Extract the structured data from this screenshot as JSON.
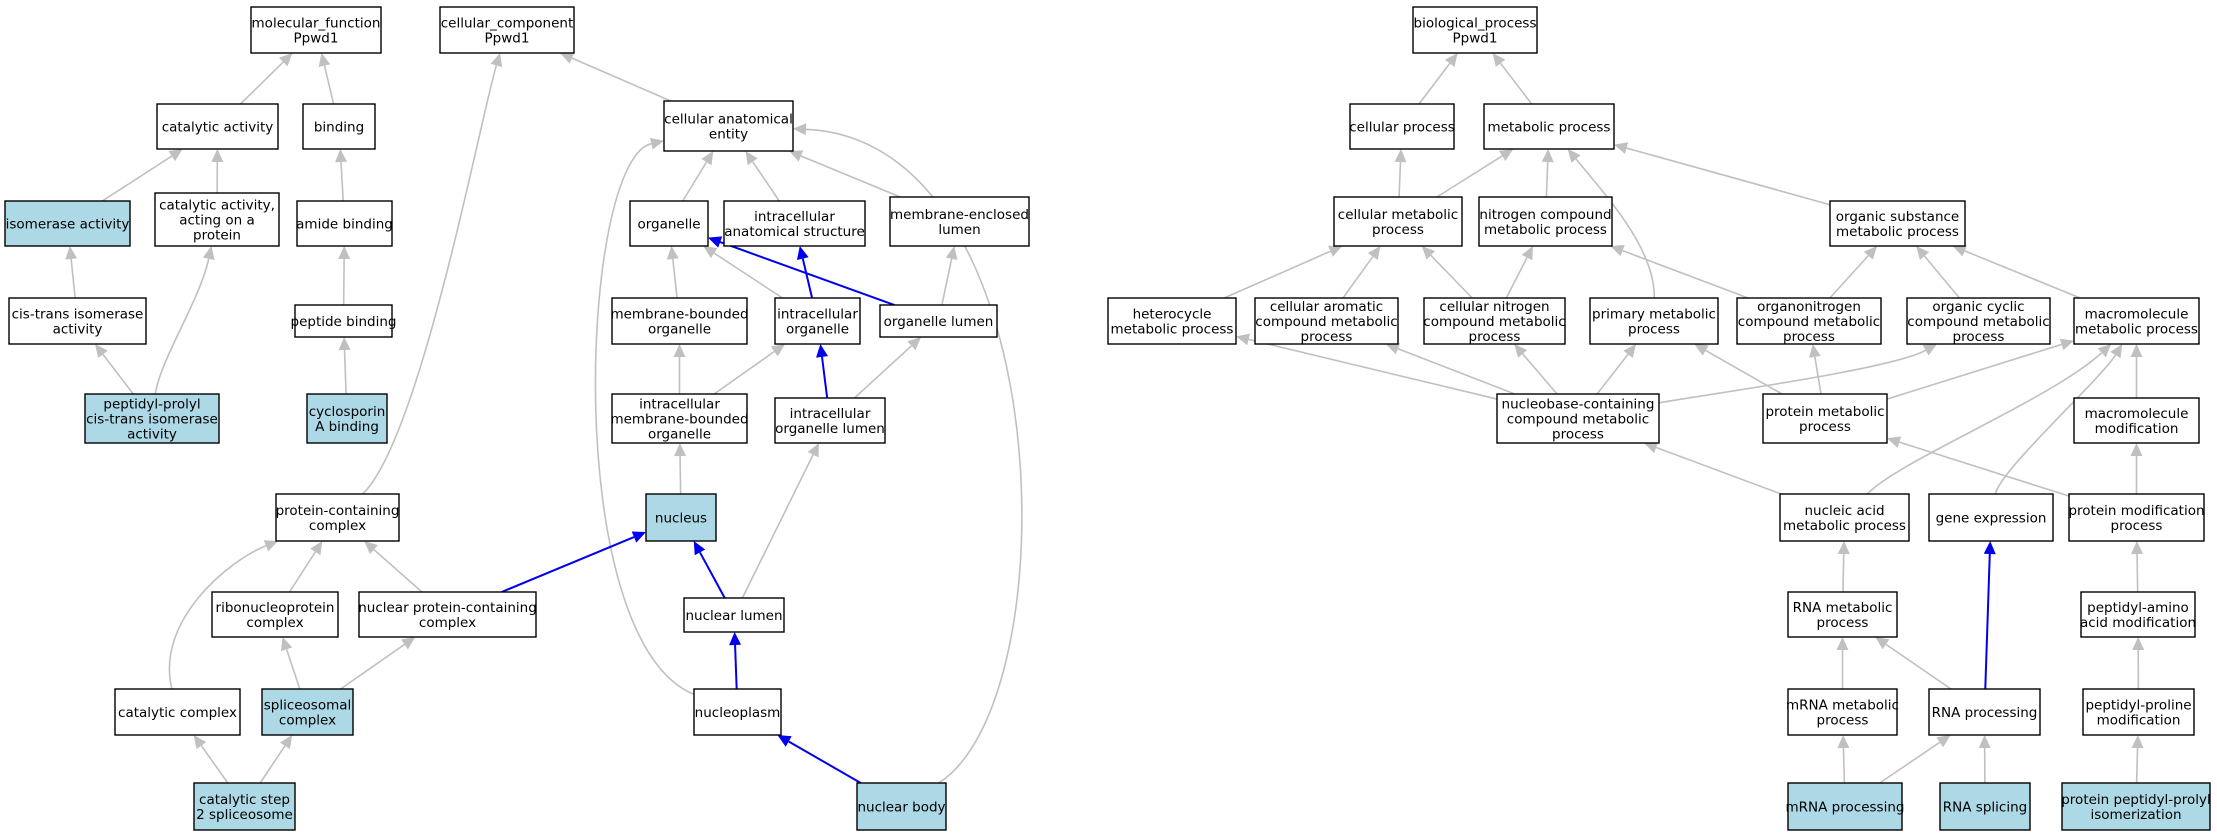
{
  "colors": {
    "highlight": "#add8e6",
    "gray_edge": "#c0c0c0",
    "blue_edge": "#0000ee"
  },
  "nodes": {
    "mf": {
      "lines": [
        "molecular_function",
        "Ppwd1"
      ],
      "hl": false
    },
    "cat": {
      "lines": [
        "catalytic activity"
      ],
      "hl": false
    },
    "bind": {
      "lines": [
        "binding"
      ],
      "hl": false
    },
    "iso": {
      "lines": [
        "isomerase activity"
      ],
      "hl": true
    },
    "catprot": {
      "lines": [
        "catalytic activity,",
        "acting on a",
        "protein"
      ],
      "hl": false
    },
    "amide": {
      "lines": [
        "amide binding"
      ],
      "hl": false
    },
    "cistrans": {
      "lines": [
        "cis-trans isomerase",
        "activity"
      ],
      "hl": false
    },
    "peptide": {
      "lines": [
        "peptide binding"
      ],
      "hl": false
    },
    "ppiase": {
      "lines": [
        "peptidyl-prolyl",
        "cis-trans isomerase",
        "activity"
      ],
      "hl": true
    },
    "cyclo": {
      "lines": [
        "cyclosporin",
        "A binding"
      ],
      "hl": true
    },
    "cc": {
      "lines": [
        "cellular_component",
        "Ppwd1"
      ],
      "hl": false
    },
    "cae": {
      "lines": [
        "cellular anatomical",
        "entity"
      ],
      "hl": false
    },
    "organelle": {
      "lines": [
        "organelle"
      ],
      "hl": false
    },
    "ias": {
      "lines": [
        "intracellular",
        "anatomical structure"
      ],
      "hl": false
    },
    "mel": {
      "lines": [
        "membrane-enclosed",
        "lumen"
      ],
      "hl": false
    },
    "mbo": {
      "lines": [
        "membrane-bounded",
        "organelle"
      ],
      "hl": false
    },
    "io": {
      "lines": [
        "intracellular",
        "organelle"
      ],
      "hl": false
    },
    "ol": {
      "lines": [
        "organelle lumen"
      ],
      "hl": false
    },
    "imbo": {
      "lines": [
        "intracellular",
        "membrane-bounded",
        "organelle"
      ],
      "hl": false
    },
    "iol": {
      "lines": [
        "intracellular",
        "organelle lumen"
      ],
      "hl": false
    },
    "pcc": {
      "lines": [
        "protein-containing",
        "complex"
      ],
      "hl": false
    },
    "nucleus": {
      "lines": [
        "nucleus"
      ],
      "hl": true
    },
    "rnp": {
      "lines": [
        "ribonucleoprotein",
        "complex"
      ],
      "hl": false
    },
    "npcc": {
      "lines": [
        "nuclear protein-containing",
        "complex"
      ],
      "hl": false
    },
    "nlumen": {
      "lines": [
        "nuclear lumen"
      ],
      "hl": false
    },
    "catcx": {
      "lines": [
        "catalytic complex"
      ],
      "hl": false
    },
    "splice": {
      "lines": [
        "spliceosomal",
        "complex"
      ],
      "hl": true
    },
    "nucleoplasm": {
      "lines": [
        "nucleoplasm"
      ],
      "hl": false
    },
    "cs2": {
      "lines": [
        "catalytic step",
        "2 spliceosome"
      ],
      "hl": true
    },
    "nbody": {
      "lines": [
        "nuclear body"
      ],
      "hl": true
    },
    "bp": {
      "lines": [
        "biological_process",
        "Ppwd1"
      ],
      "hl": false
    },
    "cp": {
      "lines": [
        "cellular process"
      ],
      "hl": false
    },
    "mp": {
      "lines": [
        "metabolic process"
      ],
      "hl": false
    },
    "cmp": {
      "lines": [
        "cellular metabolic",
        "process"
      ],
      "hl": false
    },
    "ncmp": {
      "lines": [
        "nitrogen compound",
        "metabolic process"
      ],
      "hl": false
    },
    "osmp": {
      "lines": [
        "organic substance",
        "metabolic process"
      ],
      "hl": false
    },
    "hmp": {
      "lines": [
        "heterocycle",
        "metabolic process"
      ],
      "hl": false
    },
    "cacmp": {
      "lines": [
        "cellular aromatic",
        "compound metabolic",
        "process"
      ],
      "hl": false
    },
    "cncmp": {
      "lines": [
        "cellular nitrogen",
        "compound metabolic",
        "process"
      ],
      "hl": false
    },
    "pmp": {
      "lines": [
        "primary metabolic",
        "process"
      ],
      "hl": false
    },
    "oncmp": {
      "lines": [
        "organonitrogen",
        "compound metabolic",
        "process"
      ],
      "hl": false
    },
    "occmp": {
      "lines": [
        "organic cyclic",
        "compound metabolic",
        "process"
      ],
      "hl": false
    },
    "mmp": {
      "lines": [
        "macromolecule",
        "metabolic process"
      ],
      "hl": false
    },
    "nbcmp": {
      "lines": [
        "nucleobase-containing",
        "compound metabolic",
        "process"
      ],
      "hl": false
    },
    "protmp": {
      "lines": [
        "protein metabolic",
        "process"
      ],
      "hl": false
    },
    "mmod": {
      "lines": [
        "macromolecule",
        "modification"
      ],
      "hl": false
    },
    "namp": {
      "lines": [
        "nucleic acid",
        "metabolic process"
      ],
      "hl": false
    },
    "gexp": {
      "lines": [
        "gene expression"
      ],
      "hl": false
    },
    "pmod": {
      "lines": [
        "protein modification",
        "process"
      ],
      "hl": false
    },
    "rnamp": {
      "lines": [
        "RNA metabolic",
        "process"
      ],
      "hl": false
    },
    "paam": {
      "lines": [
        "peptidyl-amino",
        "acid modification"
      ],
      "hl": false
    },
    "mrnamp": {
      "lines": [
        "mRNA metabolic",
        "process"
      ],
      "hl": false
    },
    "rnaproc": {
      "lines": [
        "RNA processing"
      ],
      "hl": false
    },
    "ppmod": {
      "lines": [
        "peptidyl-proline",
        "modification"
      ],
      "hl": false
    },
    "mrnaproc": {
      "lines": [
        "mRNA processing"
      ],
      "hl": true
    },
    "rnasplice": {
      "lines": [
        "RNA splicing"
      ],
      "hl": true
    },
    "ppiso": {
      "lines": [
        "protein peptidyl-prolyl",
        "isomerization"
      ],
      "hl": true
    }
  },
  "edges": [
    {
      "from": "cat",
      "to": "mf",
      "color": "gray"
    },
    {
      "from": "bind",
      "to": "mf",
      "color": "gray"
    },
    {
      "from": "iso",
      "to": "cat",
      "color": "gray"
    },
    {
      "from": "catprot",
      "to": "cat",
      "color": "gray"
    },
    {
      "from": "amide",
      "to": "bind",
      "color": "gray"
    },
    {
      "from": "cistrans",
      "to": "iso",
      "color": "gray"
    },
    {
      "from": "peptide",
      "to": "amide",
      "color": "gray"
    },
    {
      "from": "ppiase",
      "to": "cistrans",
      "color": "gray"
    },
    {
      "from": "ppiase",
      "to": "catprot",
      "color": "gray"
    },
    {
      "from": "cyclo",
      "to": "peptide",
      "color": "gray"
    },
    {
      "from": "cae",
      "to": "cc",
      "color": "gray"
    },
    {
      "from": "pcc",
      "to": "cc",
      "color": "gray"
    },
    {
      "from": "organelle",
      "to": "cae",
      "color": "gray"
    },
    {
      "from": "ias",
      "to": "cae",
      "color": "gray"
    },
    {
      "from": "mel",
      "to": "cae",
      "color": "gray"
    },
    {
      "from": "nbody",
      "to": "cae",
      "color": "gray"
    },
    {
      "from": "nucleoplasm",
      "to": "cae",
      "color": "gray"
    },
    {
      "from": "mbo",
      "to": "organelle",
      "color": "gray"
    },
    {
      "from": "io",
      "to": "organelle",
      "color": "gray"
    },
    {
      "from": "ol",
      "to": "organelle",
      "color": "blue"
    },
    {
      "from": "io",
      "to": "ias",
      "color": "blue"
    },
    {
      "from": "ol",
      "to": "mel",
      "color": "gray"
    },
    {
      "from": "imbo",
      "to": "mbo",
      "color": "gray"
    },
    {
      "from": "imbo",
      "to": "io",
      "color": "gray"
    },
    {
      "from": "iol",
      "to": "io",
      "color": "blue"
    },
    {
      "from": "iol",
      "to": "ol",
      "color": "gray"
    },
    {
      "from": "nucleus",
      "to": "imbo",
      "color": "gray"
    },
    {
      "from": "nlumen",
      "to": "nucleus",
      "color": "blue"
    },
    {
      "from": "nlumen",
      "to": "iol",
      "color": "gray"
    },
    {
      "from": "npcc",
      "to": "nucleus",
      "color": "blue"
    },
    {
      "from": "rnp",
      "to": "pcc",
      "color": "gray"
    },
    {
      "from": "npcc",
      "to": "pcc",
      "color": "gray"
    },
    {
      "from": "catcx",
      "to": "pcc",
      "color": "gray"
    },
    {
      "from": "splice",
      "to": "rnp",
      "color": "gray"
    },
    {
      "from": "splice",
      "to": "npcc",
      "color": "gray"
    },
    {
      "from": "nucleoplasm",
      "to": "nlumen",
      "color": "blue"
    },
    {
      "from": "nbody",
      "to": "nucleoplasm",
      "color": "blue"
    },
    {
      "from": "cs2",
      "to": "catcx",
      "color": "gray"
    },
    {
      "from": "cs2",
      "to": "splice",
      "color": "gray"
    },
    {
      "from": "cp",
      "to": "bp",
      "color": "gray"
    },
    {
      "from": "mp",
      "to": "bp",
      "color": "gray"
    },
    {
      "from": "cmp",
      "to": "cp",
      "color": "gray"
    },
    {
      "from": "cmp",
      "to": "mp",
      "color": "gray"
    },
    {
      "from": "ncmp",
      "to": "mp",
      "color": "gray"
    },
    {
      "from": "osmp",
      "to": "mp",
      "color": "gray"
    },
    {
      "from": "pmp",
      "to": "mp",
      "color": "gray"
    },
    {
      "from": "hmp",
      "to": "cmp",
      "color": "gray"
    },
    {
      "from": "cacmp",
      "to": "cmp",
      "color": "gray"
    },
    {
      "from": "cncmp",
      "to": "cmp",
      "color": "gray"
    },
    {
      "from": "cncmp",
      "to": "ncmp",
      "color": "gray"
    },
    {
      "from": "oncmp",
      "to": "ncmp",
      "color": "gray"
    },
    {
      "from": "oncmp",
      "to": "osmp",
      "color": "gray"
    },
    {
      "from": "occmp",
      "to": "osmp",
      "color": "gray"
    },
    {
      "from": "mmp",
      "to": "osmp",
      "color": "gray"
    },
    {
      "from": "nbcmp",
      "to": "hmp",
      "color": "gray"
    },
    {
      "from": "nbcmp",
      "to": "cacmp",
      "color": "gray"
    },
    {
      "from": "nbcmp",
      "to": "cncmp",
      "color": "gray"
    },
    {
      "from": "nbcmp",
      "to": "pmp",
      "color": "gray"
    },
    {
      "from": "nbcmp",
      "to": "occmp",
      "color": "gray"
    },
    {
      "from": "protmp",
      "to": "pmp",
      "color": "gray"
    },
    {
      "from": "protmp",
      "to": "oncmp",
      "color": "gray"
    },
    {
      "from": "protmp",
      "to": "mmp",
      "color": "gray"
    },
    {
      "from": "mmod",
      "to": "mmp",
      "color": "gray"
    },
    {
      "from": "namp",
      "to": "nbcmp",
      "color": "gray"
    },
    {
      "from": "namp",
      "to": "mmp",
      "color": "gray"
    },
    {
      "from": "gexp",
      "to": "mmp",
      "color": "gray"
    },
    {
      "from": "pmod",
      "to": "protmp",
      "color": "gray"
    },
    {
      "from": "pmod",
      "to": "mmod",
      "color": "gray"
    },
    {
      "from": "rnamp",
      "to": "namp",
      "color": "gray"
    },
    {
      "from": "paam",
      "to": "pmod",
      "color": "gray"
    },
    {
      "from": "mrnamp",
      "to": "rnamp",
      "color": "gray"
    },
    {
      "from": "rnaproc",
      "to": "rnamp",
      "color": "gray"
    },
    {
      "from": "rnaproc",
      "to": "gexp",
      "color": "blue"
    },
    {
      "from": "ppmod",
      "to": "paam",
      "color": "gray"
    },
    {
      "from": "mrnaproc",
      "to": "mrnamp",
      "color": "gray"
    },
    {
      "from": "mrnaproc",
      "to": "rnaproc",
      "color": "gray"
    },
    {
      "from": "rnasplice",
      "to": "rnaproc",
      "color": "gray"
    },
    {
      "from": "ppiso",
      "to": "ppmod",
      "color": "gray"
    }
  ]
}
